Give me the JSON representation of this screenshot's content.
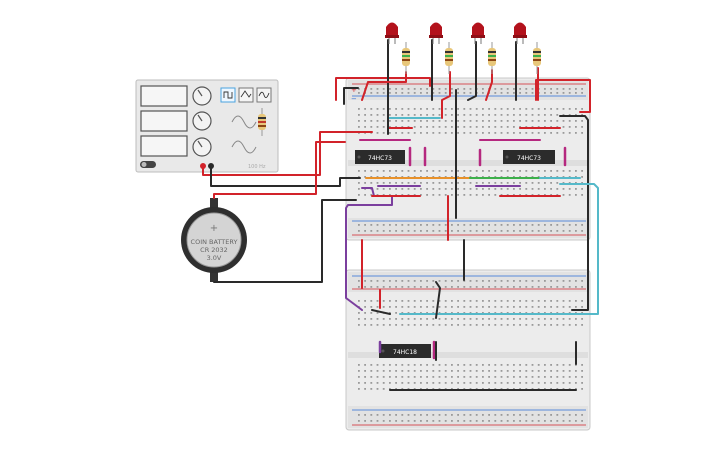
{
  "function_generator": {
    "waveform_buttons": [
      "square",
      "triangle",
      "sine"
    ],
    "brand_text": "100 Hz"
  },
  "coin_battery": {
    "label_line1": "COIN BATTERY",
    "label_line2": "CR 2032",
    "label_line3": "3.0V",
    "plus_sign": "+"
  },
  "chips": [
    {
      "id": "u1",
      "label": "74HC73"
    },
    {
      "id": "u2",
      "label": "74HC73"
    },
    {
      "id": "u3",
      "label": "74HC18"
    }
  ],
  "leds": {
    "count": 4,
    "color": "#b3121c"
  },
  "colors": {
    "wire_red": "#d2232a",
    "wire_black": "#2a2a2a",
    "wire_purple": "#7b3f9e",
    "wire_cyan": "#55b9c9",
    "wire_orange": "#e8912a",
    "wire_green": "#3db04b",
    "wire_magenta": "#b5287f",
    "breadboard": "#ededed",
    "chip": "#2b2b2b"
  },
  "rail_signs": {
    "plus": "+",
    "minus": "−"
  }
}
